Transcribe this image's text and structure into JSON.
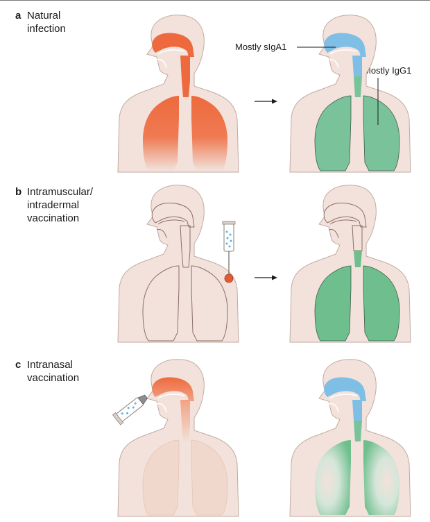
{
  "panels": [
    {
      "letter": "a",
      "title_lines": [
        "Natural",
        "infection"
      ]
    },
    {
      "letter": "b",
      "title_lines": [
        "Intramuscular/",
        "intradermal",
        "vaccination"
      ]
    },
    {
      "letter": "c",
      "title_lines": [
        "Intranasal",
        "vaccination"
      ]
    }
  ],
  "annotations": {
    "siga": "Mostly sIgA1",
    "igg": "Mostly IgG1"
  },
  "colors": {
    "body": "#f2e2db",
    "outline": "#b69e95",
    "infection": "#ee6a3e",
    "iga": "#7fbfe6",
    "igg": "#7ac39a",
    "vaccine_dot": "#e45a35"
  }
}
